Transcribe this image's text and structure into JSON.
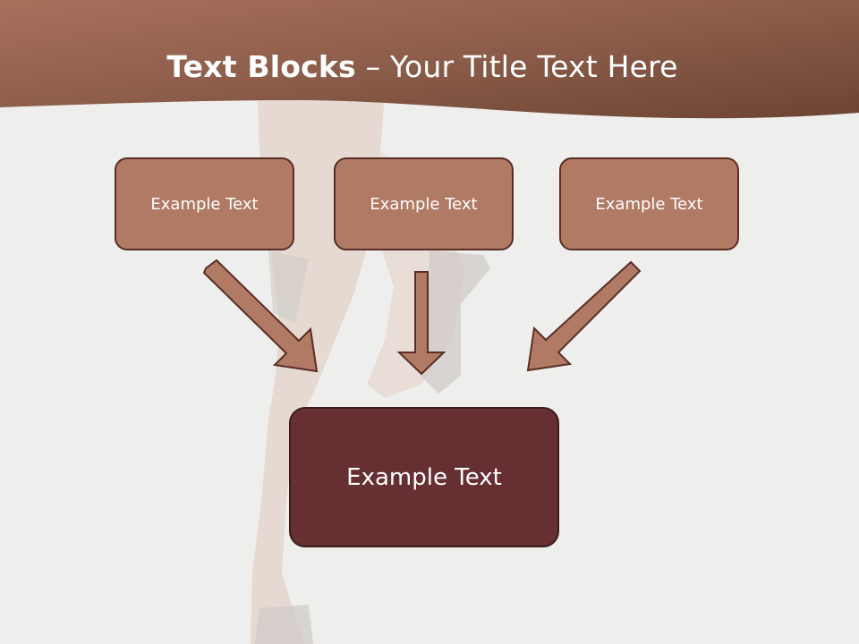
{
  "title": {
    "bold": "Text Blocks",
    "separator": " – ",
    "rest": "Your Title Text Here"
  },
  "boxes": {
    "top_left": "Example Text",
    "top_center": "Example Text",
    "top_right": "Example Text",
    "main": "Example Text"
  },
  "colors": {
    "header": "#8a5a48",
    "box": "#b07a64",
    "box_border": "#5a2e26",
    "main_box": "#662f31",
    "arrow": "#b07a64",
    "background": "#eeeeec"
  }
}
